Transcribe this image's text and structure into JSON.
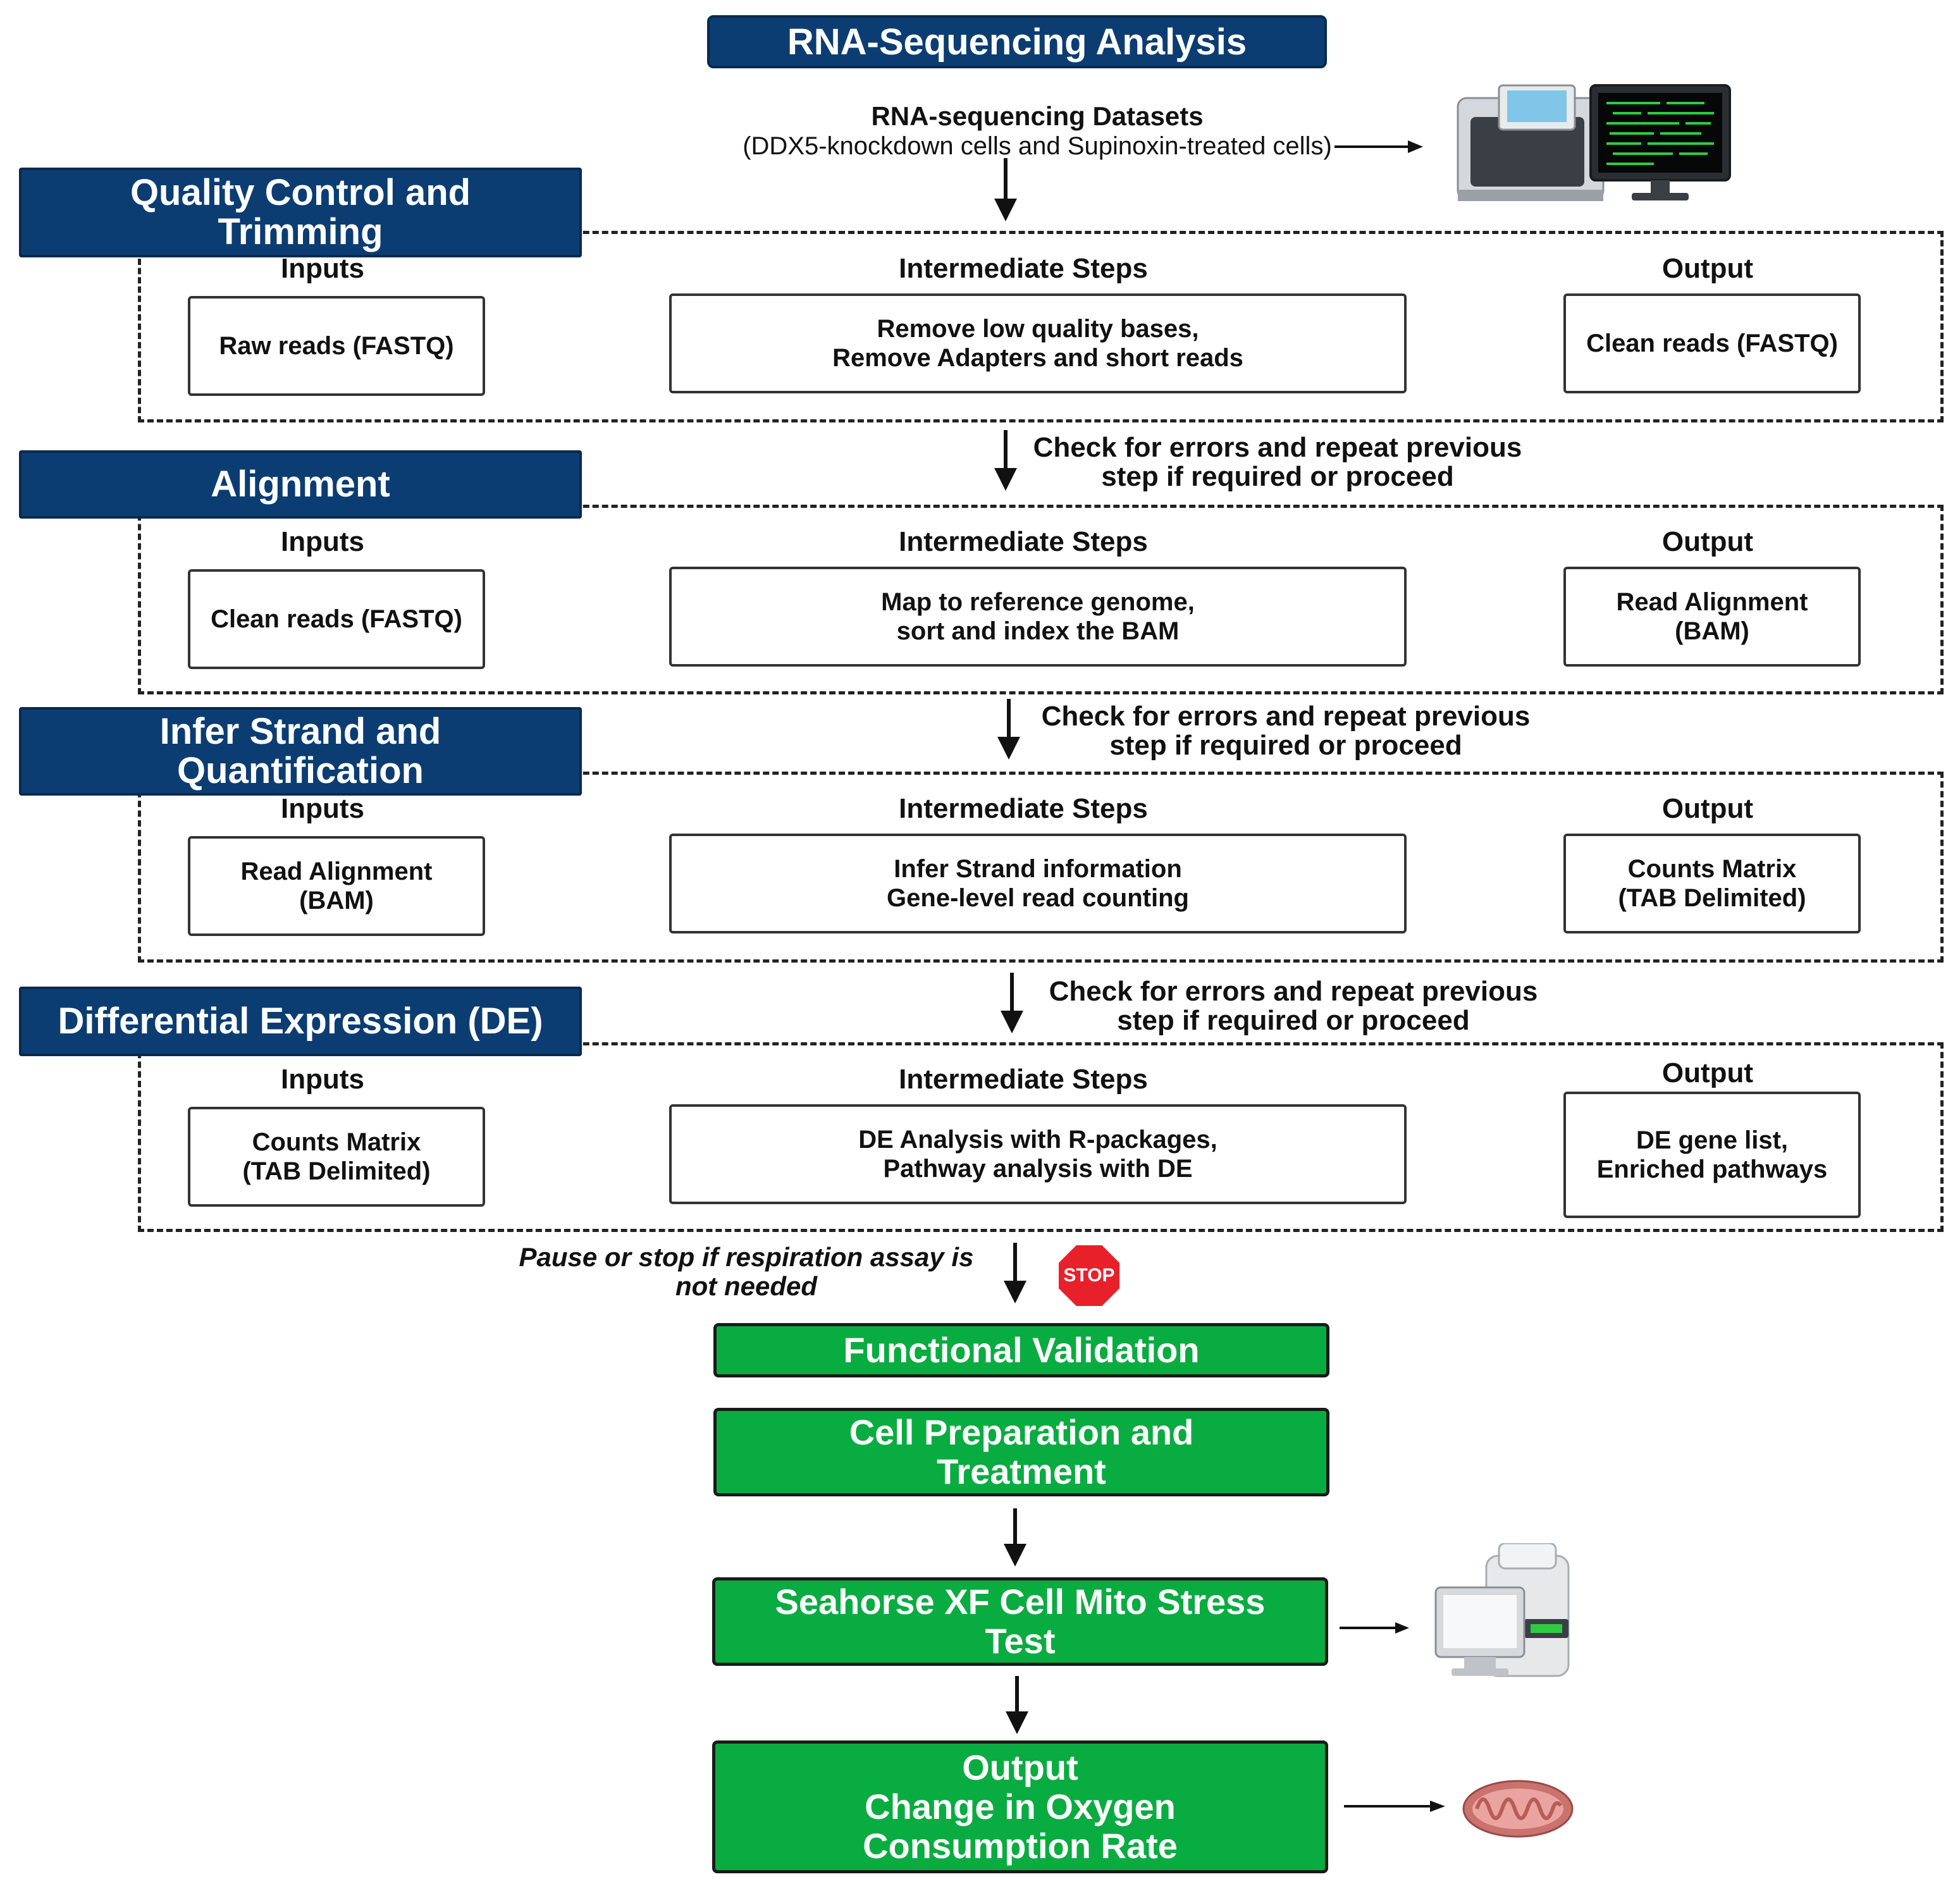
{
  "title": "RNA-Sequencing Analysis",
  "datasets": {
    "line1": "RNA-sequencing Datasets",
    "line2": "(DDX5-knockdown cells and Supinoxin-treated cells)"
  },
  "column_headers": {
    "inputs": "Inputs",
    "intermediate": "Intermediate Steps",
    "output": "Output"
  },
  "sections": [
    {
      "title": "Quality Control and\nTrimming",
      "input": "Raw reads (FASTQ)",
      "intermediate": "Remove low quality bases,\nRemove Adapters and short reads",
      "output": "Clean reads (FASTQ)"
    },
    {
      "title": "Alignment",
      "input": "Clean reads (FASTQ)",
      "intermediate": "Map to reference genome,\nsort and index the BAM",
      "output": "Read Alignment\n(BAM)"
    },
    {
      "title": "Infer Strand and\nQuantification",
      "input": "Read Alignment\n(BAM)",
      "intermediate": "Infer Strand information\nGene-level read counting",
      "output": "Counts Matrix\n(TAB Delimited)"
    },
    {
      "title": "Differential Expression (DE)",
      "input": "Counts Matrix\n(TAB Delimited)",
      "intermediate": "DE Analysis with R-packages,\nPathway analysis with DE",
      "output": "DE gene list,\nEnriched pathways"
    }
  ],
  "check_text": "Check for errors and repeat previous\nstep if required or proceed",
  "pause_text": "Pause or stop if respiration assay is\nnot needed",
  "stop_sign": "STOP",
  "functional": {
    "validation": "Functional Validation",
    "cell_prep": "Cell Preparation and\nTreatment",
    "seahorse": "Seahorse XF Cell Mito Stress\nTest",
    "output": "Output\nChange in Oxygen\nConsumption Rate"
  },
  "icons": [
    "sequencer-computer-icon",
    "seahorse-analyzer-icon",
    "mitochondrion-icon",
    "stop-sign-icon"
  ],
  "colors": {
    "header_blue": "#0b3d73",
    "green": "#09ac40",
    "stop_red": "#e8202a"
  }
}
